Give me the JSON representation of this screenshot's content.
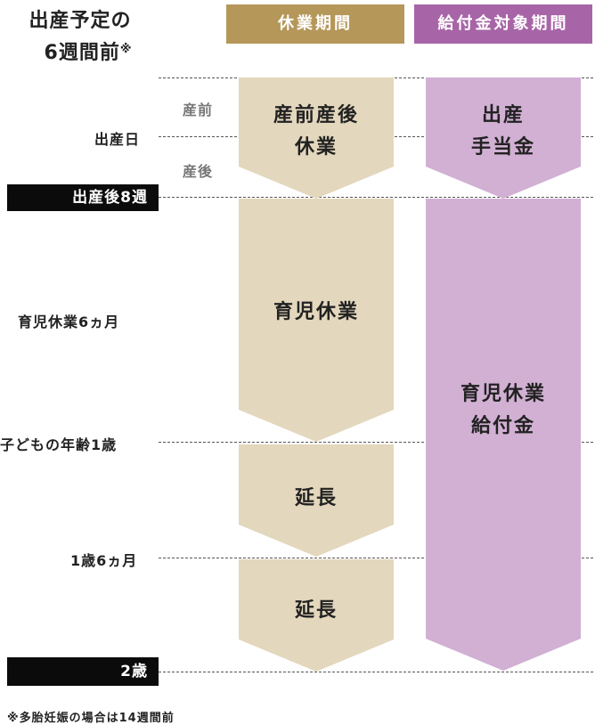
{
  "header": {
    "title_line1": "出産予定の",
    "title_line2": "6週間前",
    "title_mark": "※",
    "col_leave": "休業期間",
    "col_benefit": "給付金対象期間"
  },
  "rows": {
    "birth_day": "出産日",
    "prenatal": "産前",
    "postnatal": "産後",
    "after_8_weeks": "出産後8週",
    "childcare_6_months": "育児休業6ヵ月",
    "age_1": "子どもの年齢1歳",
    "age_1_6": "1歳6ヵ月",
    "age_2": "2歳"
  },
  "leave_periods": {
    "maternity": "産前産後\n休業",
    "childcare": "育児休業",
    "extension_1": "延長",
    "extension_2": "延長"
  },
  "benefit_periods": {
    "childbirth": "出産\n手当金",
    "childcare": "育児休業\n給付金"
  },
  "footnote": "※多胎妊娠の場合は14週間前",
  "colors": {
    "leave_header": "#b5975a",
    "benefit_header": "#a765a7",
    "leave_arrow": "#e3d7bd",
    "benefit_arrow": "#d1b0d3",
    "marker_block": "#0b0b0b"
  }
}
